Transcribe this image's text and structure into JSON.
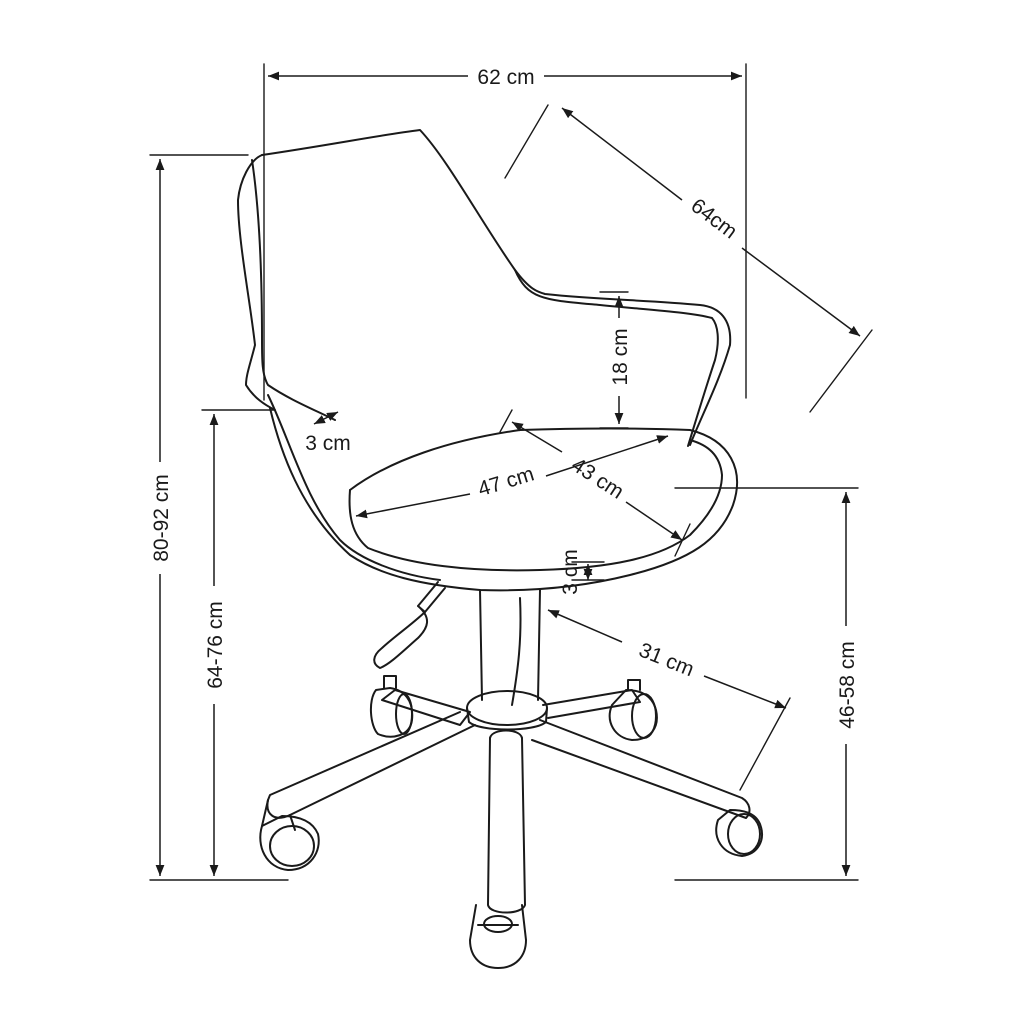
{
  "dimensions": {
    "width_total": "62 cm",
    "depth_total": "64cm",
    "height_total": "80-92 cm",
    "armrest_height_total": "64-76 cm",
    "seat_height": "46-58 cm",
    "armrest_height": "18 cm",
    "seat_width": "47 cm",
    "seat_depth": "43 cm",
    "shell_thickness": "3 cm",
    "seat_thickness": "3 cm",
    "base_radius": "31 cm"
  }
}
